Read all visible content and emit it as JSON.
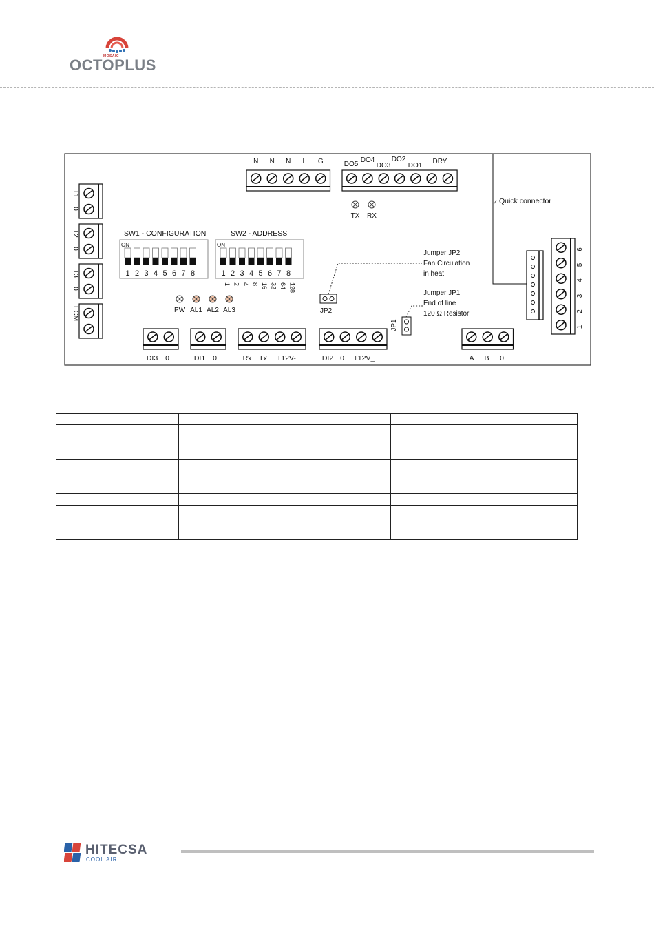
{
  "header": {
    "brand_sub": "MOSAIC",
    "brand_name": "OCTOPLUS"
  },
  "diagram": {
    "left_terminals": [
      {
        "name": "T1",
        "pin": "0"
      },
      {
        "name": "T2",
        "pin": "0"
      },
      {
        "name": "T3",
        "pin": "0"
      },
      {
        "name": "ECM",
        "pin": ""
      }
    ],
    "power_labels": [
      "N",
      "N",
      "N",
      "L",
      "G"
    ],
    "do_labels": [
      "DO5",
      "DO4",
      "DO3",
      "DO2",
      "DO1",
      "DRY"
    ],
    "comm_leds": [
      "TX",
      "RX"
    ],
    "sw1_title": "SW1 - CONFIGURATION",
    "sw2_title": "SW2 - ADDRESS",
    "switch_on": "ON",
    "switch_numbers": [
      "1",
      "2",
      "3",
      "4",
      "5",
      "6",
      "7",
      "8"
    ],
    "address_values": [
      "1",
      "2",
      "4",
      "8",
      "16",
      "32",
      "64",
      "128"
    ],
    "status_leds": [
      "PW",
      "AL1",
      "AL2",
      "AL3"
    ],
    "jp2_label": "JP2",
    "jp2_note": [
      "Jumper JP2",
      "Fan Circulation",
      "in heat"
    ],
    "jp1_label": "JP1",
    "jp1_note": [
      "Jumper JP1",
      "End of line",
      "120 Ω Resistor"
    ],
    "quick_connector": "Quick connector",
    "right_terminal_numbers": [
      "6",
      "5",
      "4",
      "3",
      "2",
      "1"
    ],
    "bottom_groups": [
      {
        "labels": [
          "DI3",
          "0"
        ]
      },
      {
        "labels": [
          "DI1",
          "0"
        ]
      },
      {
        "labels": [
          "Rx",
          "Tx",
          "+12V-"
        ]
      },
      {
        "labels": [
          "DI2",
          "0",
          "+12V_"
        ]
      },
      {
        "labels": [
          "A",
          "B",
          "0"
        ]
      }
    ]
  },
  "table": {
    "rows": [
      [
        "",
        "",
        ""
      ],
      [
        "",
        "",
        ""
      ],
      [
        "",
        "",
        ""
      ],
      [
        "",
        "",
        ""
      ],
      [
        "",
        "",
        ""
      ],
      [
        "",
        "",
        ""
      ]
    ]
  },
  "footer": {
    "brand_name": "HITECSA",
    "brand_sub": "COOL AIR"
  }
}
